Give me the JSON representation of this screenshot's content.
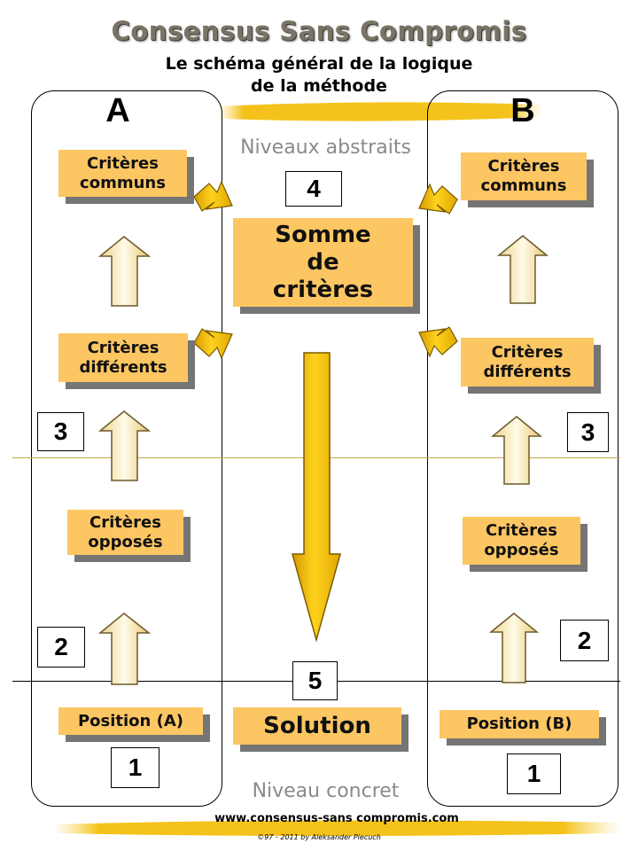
{
  "title": "Consensus Sans Compromis",
  "subtitle_line1": "Le schéma général de la logique",
  "subtitle_line2": "de la méthode",
  "column_a_label": "A",
  "column_b_label": "B",
  "level_top": "Niveaux abstraits",
  "level_bottom": "Niveau concret",
  "boxes": {
    "a_communs": "Critères\ncommuns",
    "a_differents": "Critères\ndifférents",
    "a_opposes": "Critères\nopposés",
    "a_position": "Position (A)",
    "b_communs": "Critères\ncommuns",
    "b_differents": "Critères\ndifférents",
    "b_opposes": "Critères\nopposés",
    "b_position": "Position (B)",
    "somme": "Somme\nde\ncritères",
    "solution": "Solution"
  },
  "numbers": {
    "center_top": "4",
    "center_bottom": "5",
    "a_3": "3",
    "a_2": "2",
    "a_1": "1",
    "b_3": "3",
    "b_2": "2",
    "b_1": "1"
  },
  "footer_url": "www.consensus-sans compromis.com",
  "footer_copyright": "©97 - 2011  by Aleksander Piecuch",
  "colors": {
    "box_fill": "#fcc663",
    "box_shadow": "#757575",
    "arrow_gold": "#f2c00d",
    "arrow_pale": "#f7e6b5",
    "title_gray": "#7a7466"
  }
}
